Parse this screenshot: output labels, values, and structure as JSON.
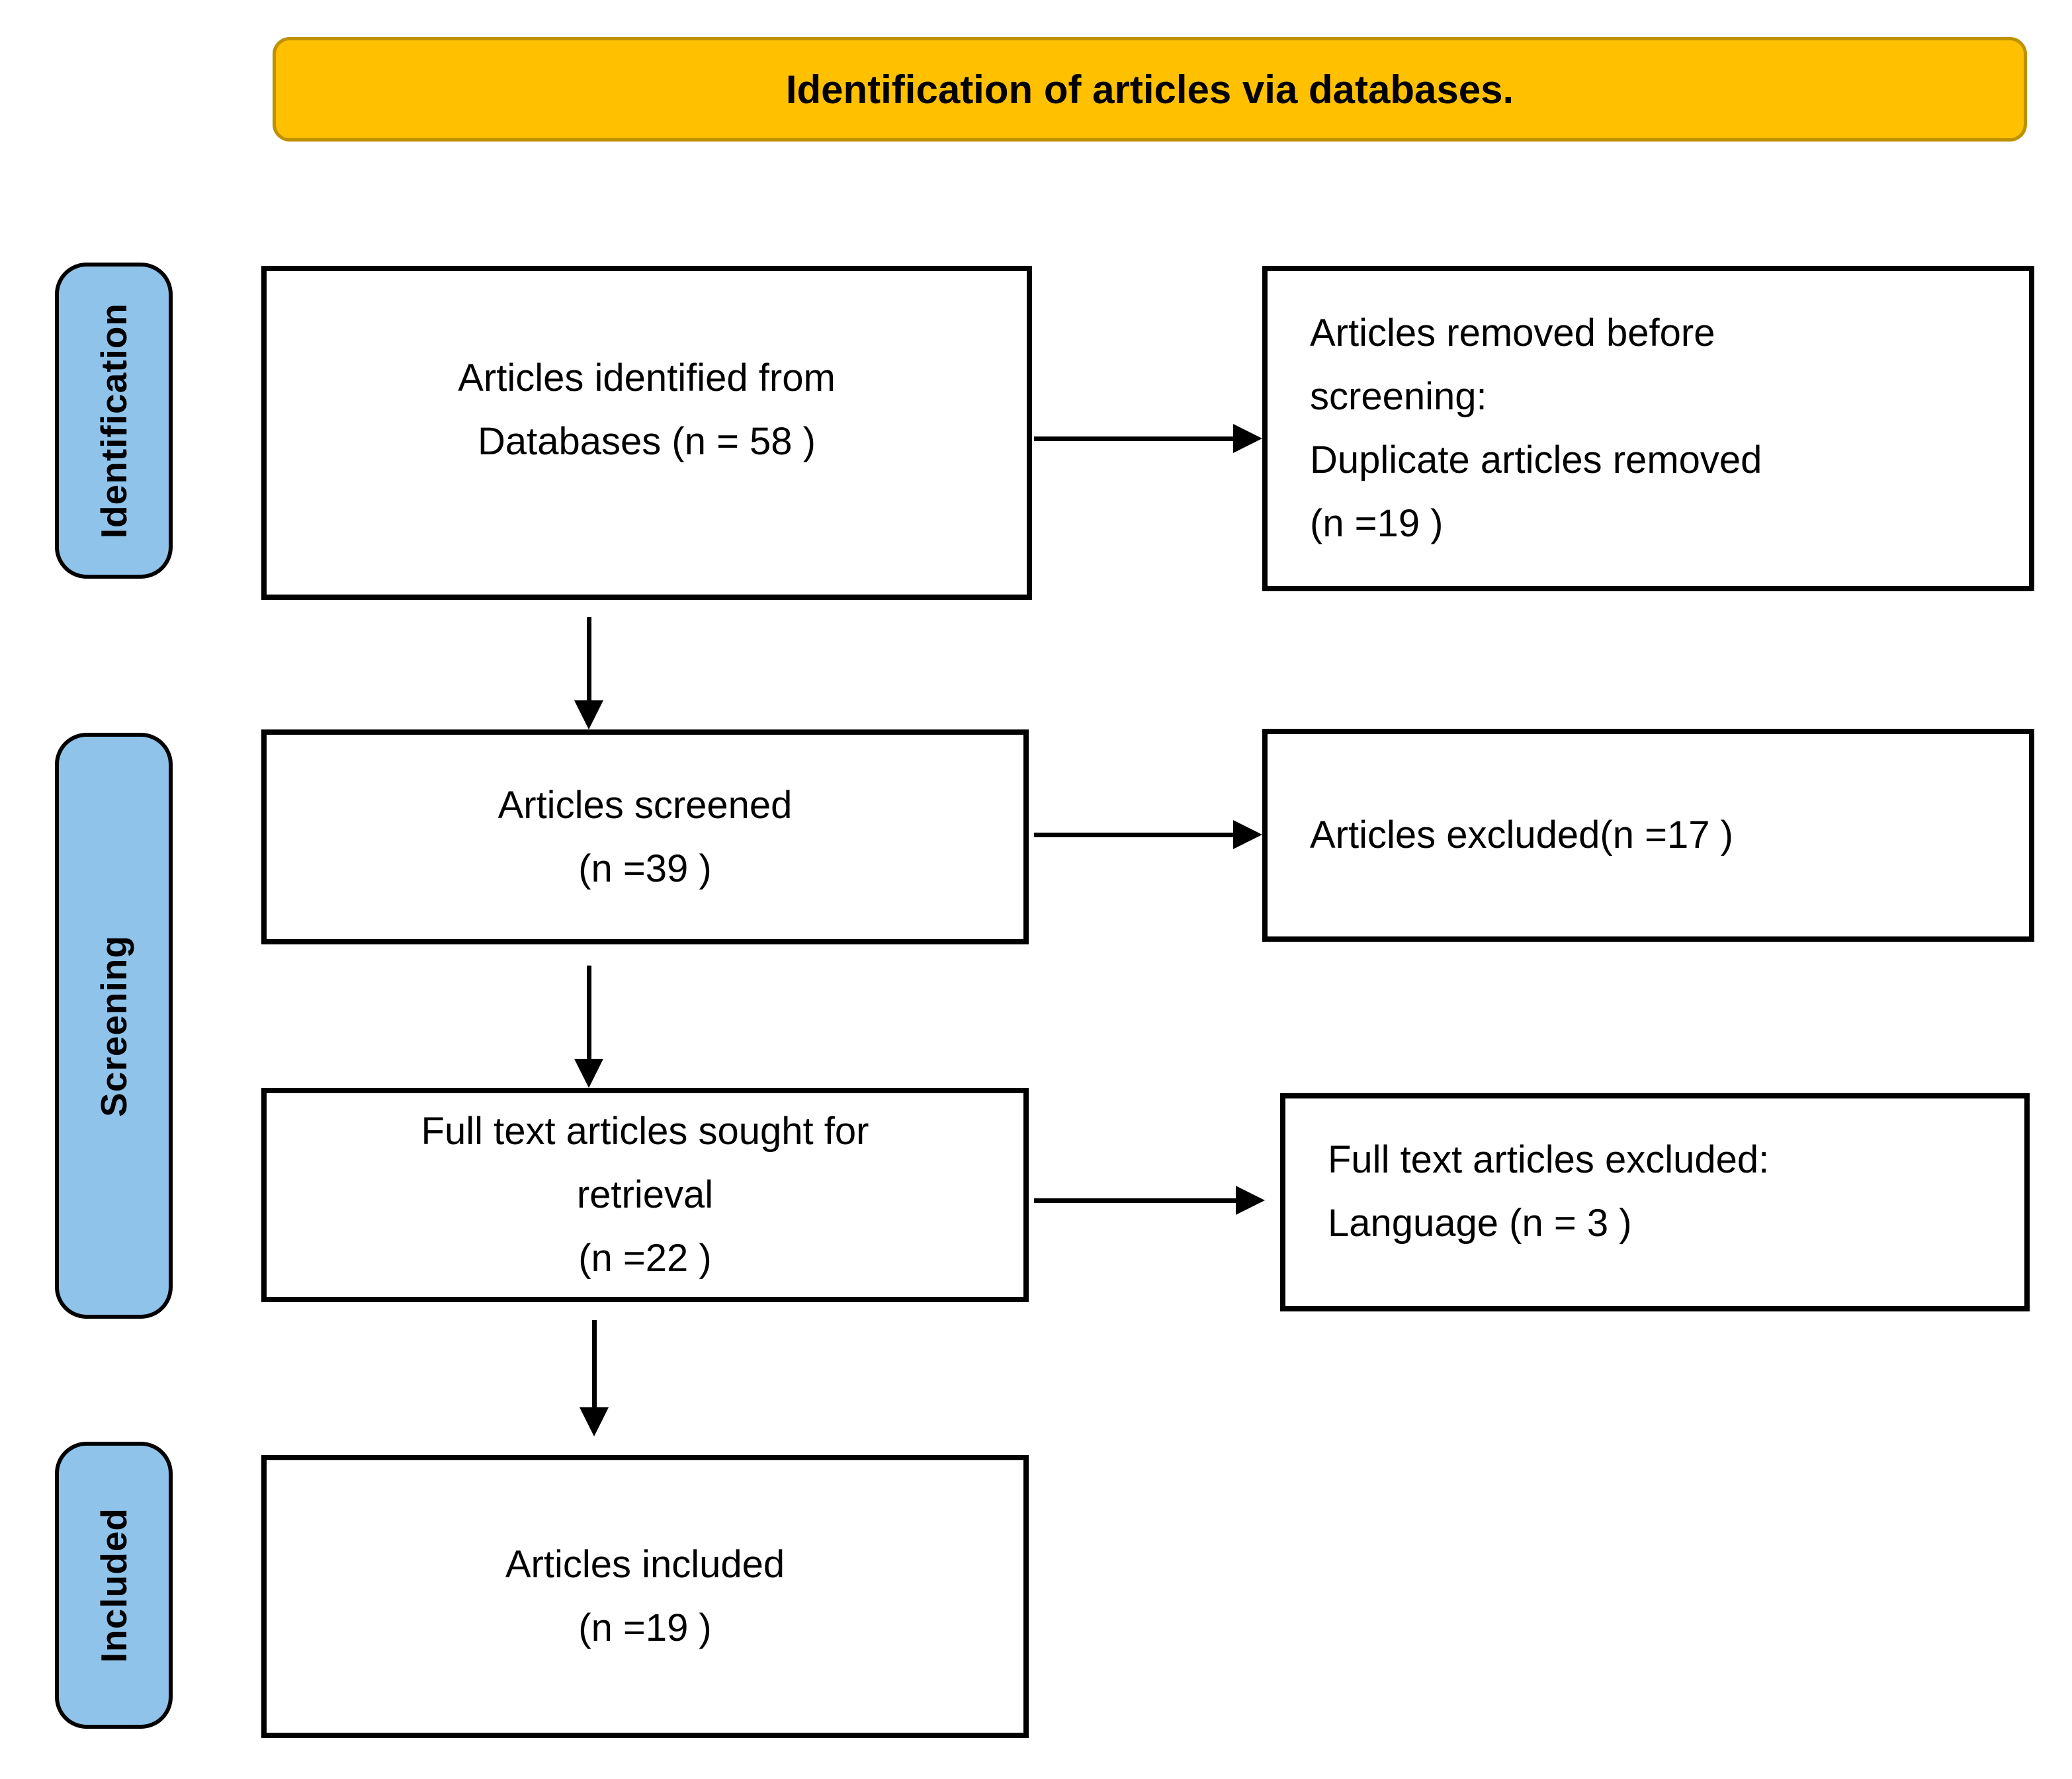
{
  "header": {
    "title": "Identification of articles via databases."
  },
  "sidebar": {
    "items": [
      {
        "label": "Identification"
      },
      {
        "label": "Screening"
      },
      {
        "label": "Included"
      }
    ]
  },
  "flow": {
    "main_boxes": [
      {
        "id": "identified",
        "text": "Articles identified from\nDatabases (n = 58 )"
      },
      {
        "id": "screened",
        "text": "Articles screened\n(n =39 )"
      },
      {
        "id": "sought",
        "text": "Full text articles sought for\nretrieval\n(n =22 )"
      },
      {
        "id": "included",
        "text": "Articles included\n(n =19 )"
      }
    ],
    "side_boxes": [
      {
        "id": "removed-before-screening",
        "text": "Articles removed before\nscreening:\nDuplicate articles removed\n(n =19 )"
      },
      {
        "id": "articles-excluded",
        "text": "Articles excluded(n =17 )"
      },
      {
        "id": "fulltext-excluded",
        "text": "Full text articles excluded:\nLanguage (n = 3 )"
      }
    ]
  },
  "colors": {
    "banner_fill": "#FFC000",
    "banner_border": "#BF9000",
    "rail_fill": "#8FC3E9",
    "box_border": "#000000",
    "text": "#000000"
  }
}
